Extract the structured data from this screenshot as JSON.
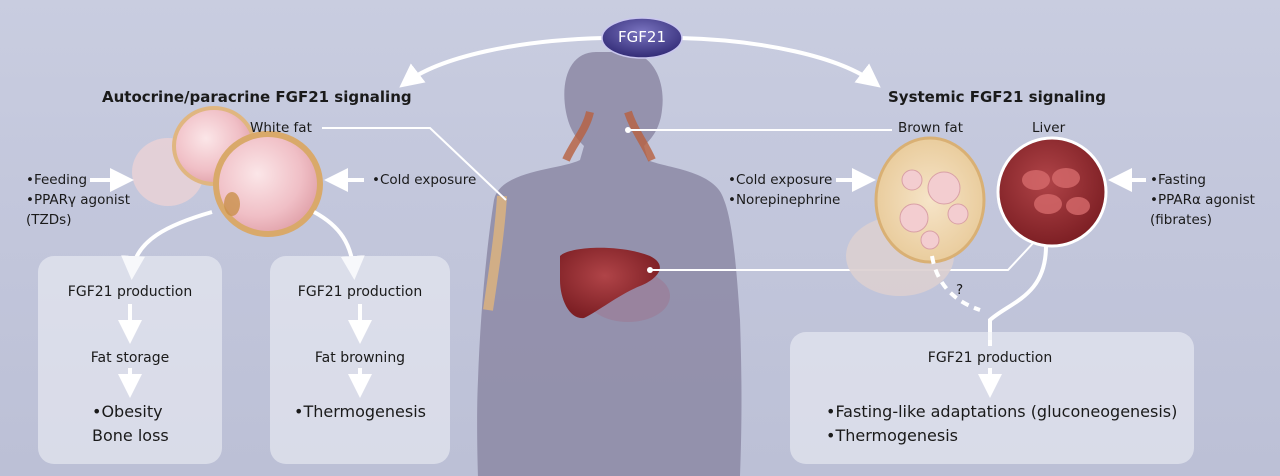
{
  "top_label": "FGF21",
  "left": {
    "title": "Autocrine/paracrine FGF21 signaling",
    "tissue": "White fat",
    "inputs_left": [
      "•Feeding",
      "•PPARγ agonist",
      " (TZDs)"
    ],
    "input_right": "•Cold exposure",
    "box1": {
      "step1": "FGF21 production",
      "step2": "Fat storage",
      "outcomes": [
        "•Obesity",
        " Bone loss"
      ]
    },
    "box2": {
      "step1": "FGF21 production",
      "step2": "Fat browning",
      "outcomes": [
        "•Thermogenesis"
      ]
    }
  },
  "right": {
    "title": "Systemic FGF21 signaling",
    "tissue_brown": "Brown fat",
    "tissue_liver": "Liver",
    "inputs_brown": [
      "•Cold exposure",
      "•Norepinephrine"
    ],
    "inputs_liver": [
      "•Fasting",
      "•PPARα agonist",
      " (fibrates)"
    ],
    "question": "?",
    "box": {
      "step1": "FGF21 production",
      "outcomes": [
        "•Fasting-like adaptations (gluconeogenesis)",
        "•Thermogenesis"
      ]
    }
  }
}
